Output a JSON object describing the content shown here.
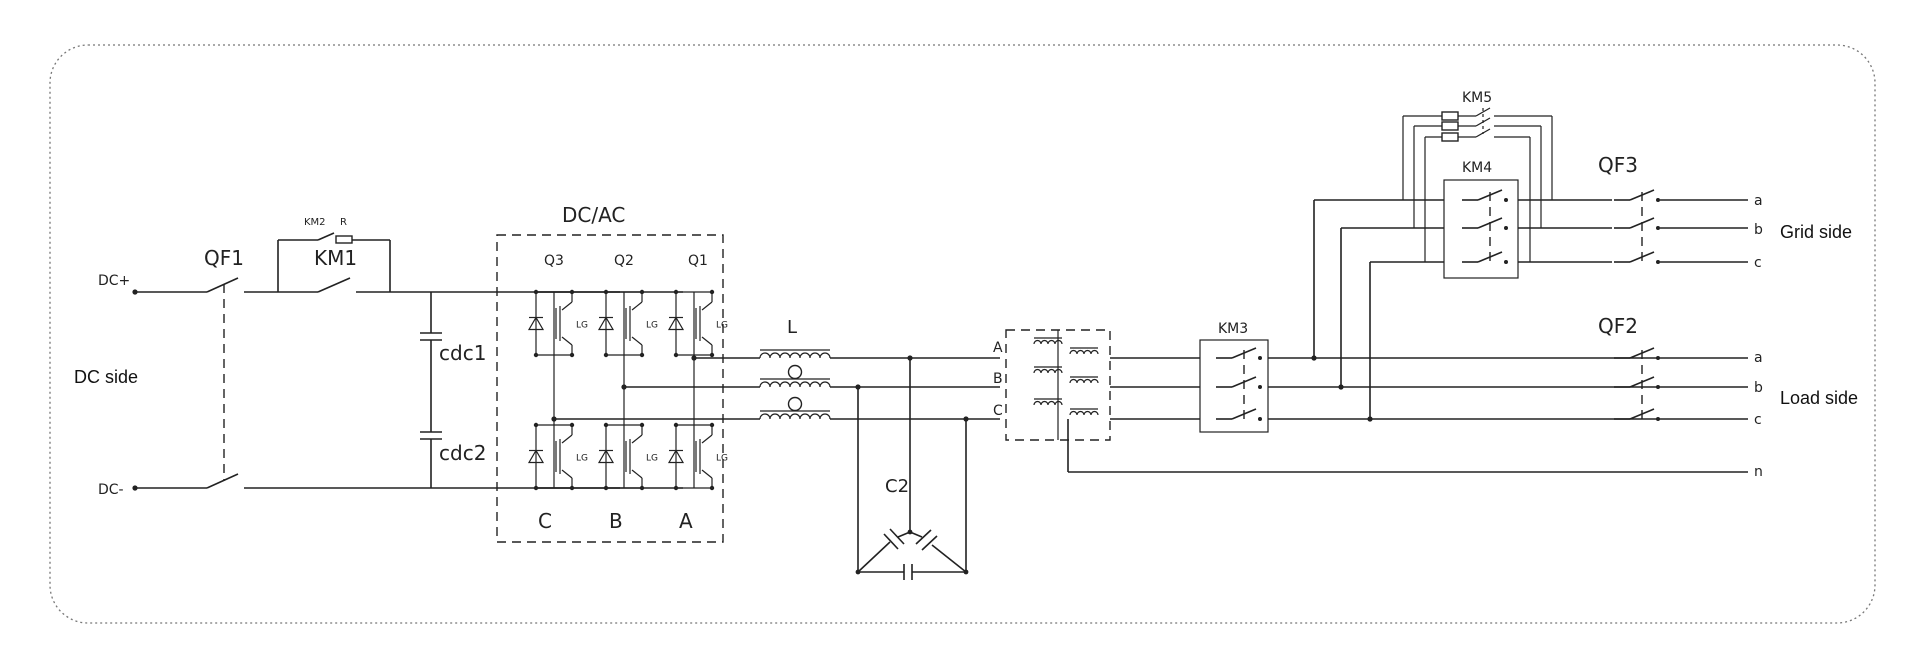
{
  "labels": {
    "dc_plus": "DC+",
    "dc_minus": "DC-",
    "dc_side": "DC side",
    "qf1": "QF1",
    "km1": "KM1",
    "km2": "KM2",
    "r": "R",
    "cdc1": "cdc1",
    "cdc2": "cdc2",
    "dcac": "DC/AC",
    "q3": "Q3",
    "q2": "Q2",
    "q1": "Q1",
    "lg": "LG",
    "leg_c": "C",
    "leg_b": "B",
    "leg_a": "A",
    "inductor": "L",
    "c2": "C2",
    "tx_a": "A",
    "tx_b": "B",
    "tx_c": "C",
    "km3": "KM3",
    "km4": "KM4",
    "km5": "KM5",
    "qf3": "QF3",
    "qf2": "QF2",
    "grid_a": "a",
    "grid_b": "b",
    "grid_c": "c",
    "load_a": "a",
    "load_b": "b",
    "load_c": "c",
    "neutral": "n",
    "grid_side": "Grid side",
    "load_side": "Load side"
  }
}
